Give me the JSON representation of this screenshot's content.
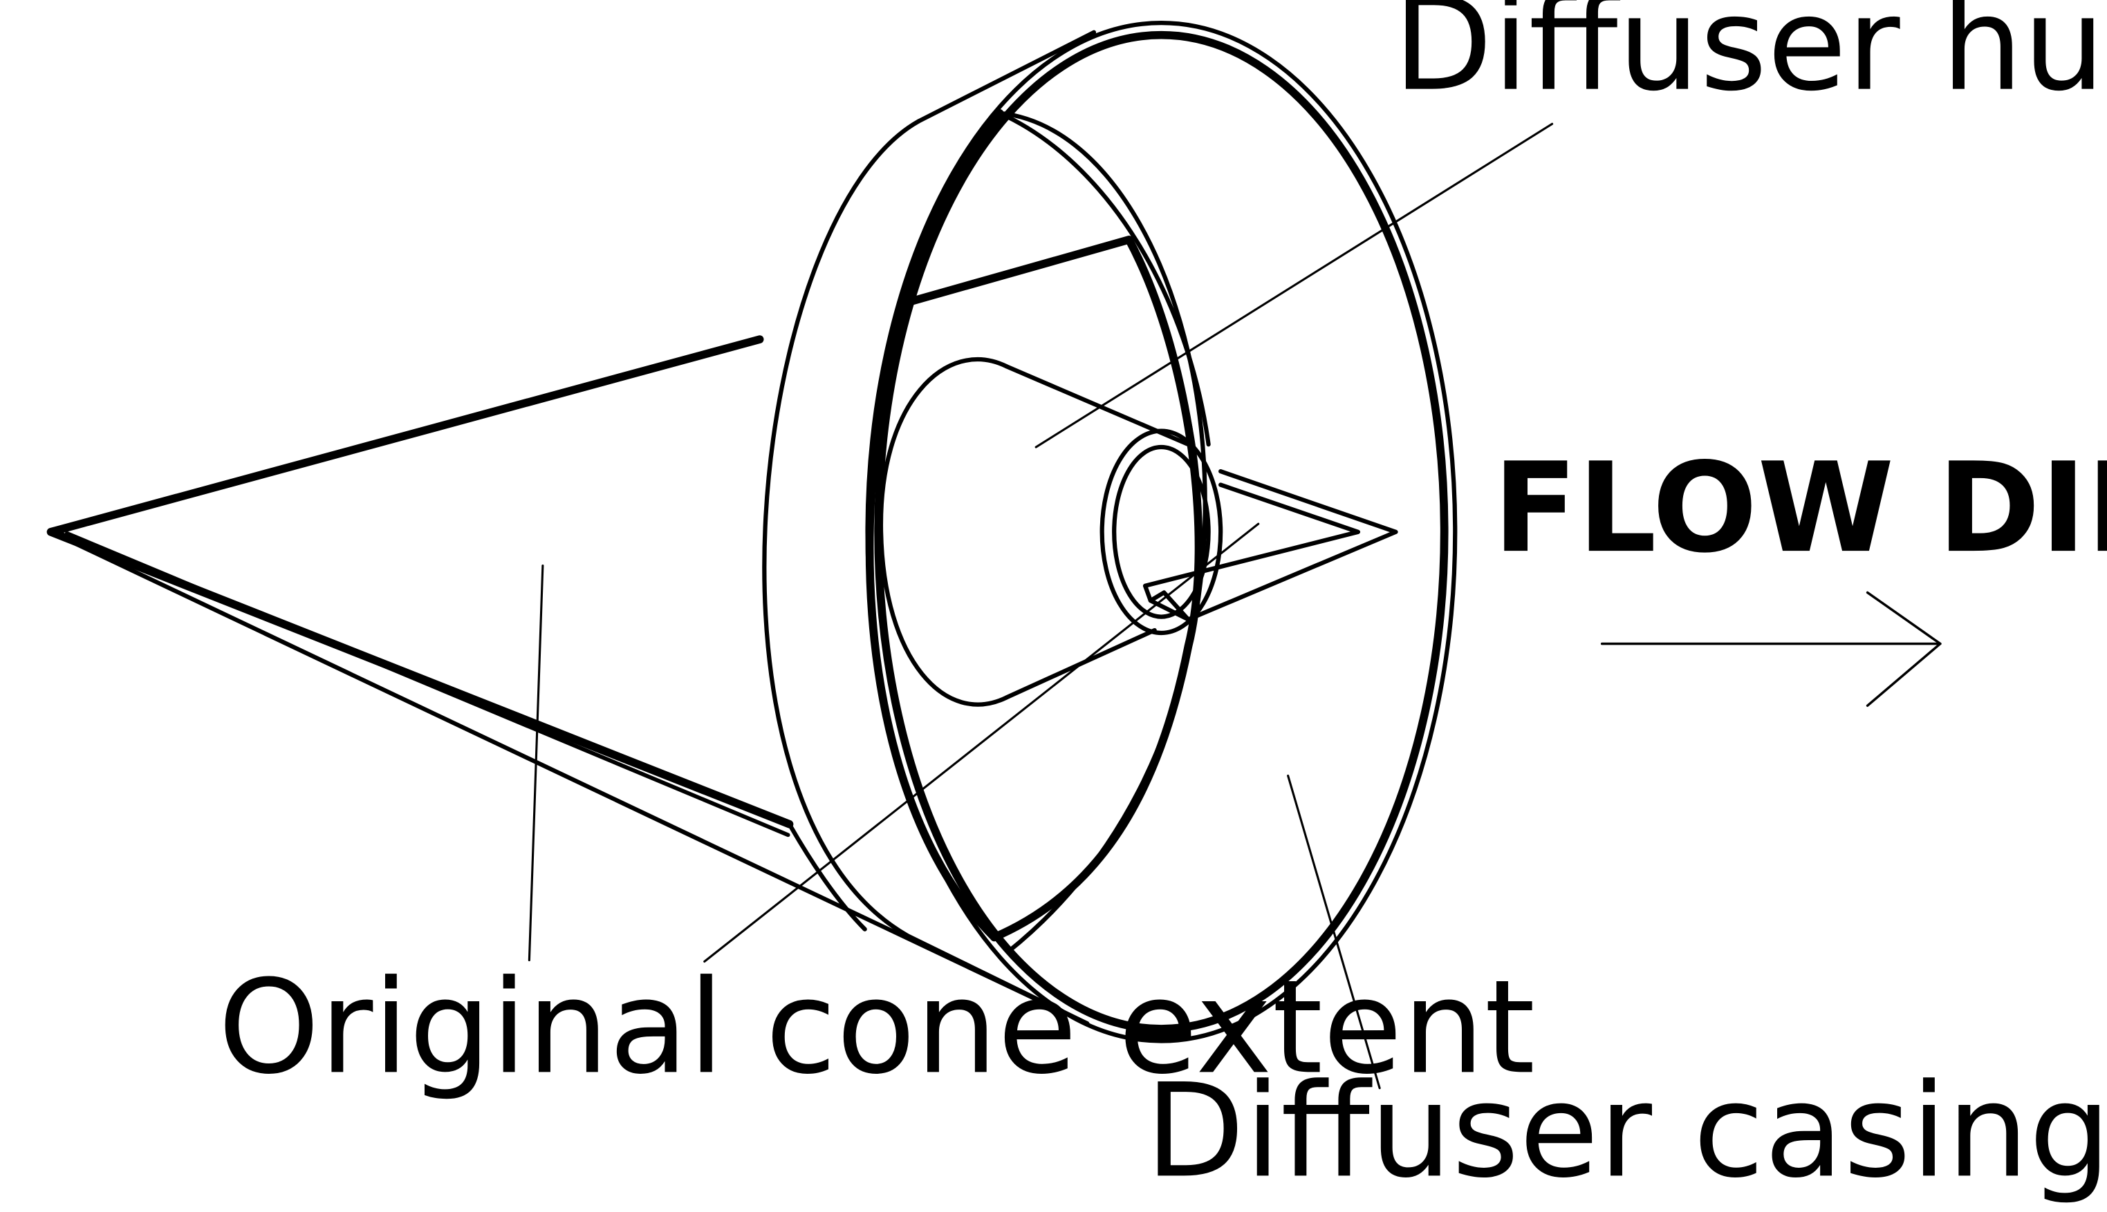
{
  "labels": {
    "diffuser_hub": "Diffuser hub",
    "original_cone_extent": "Original cone extent",
    "diffuser_casing": "Diffuser casing",
    "flow_direction": "FLOW DIRECTION"
  },
  "colors": {
    "ink": "#000000",
    "background": "#ffffff"
  }
}
